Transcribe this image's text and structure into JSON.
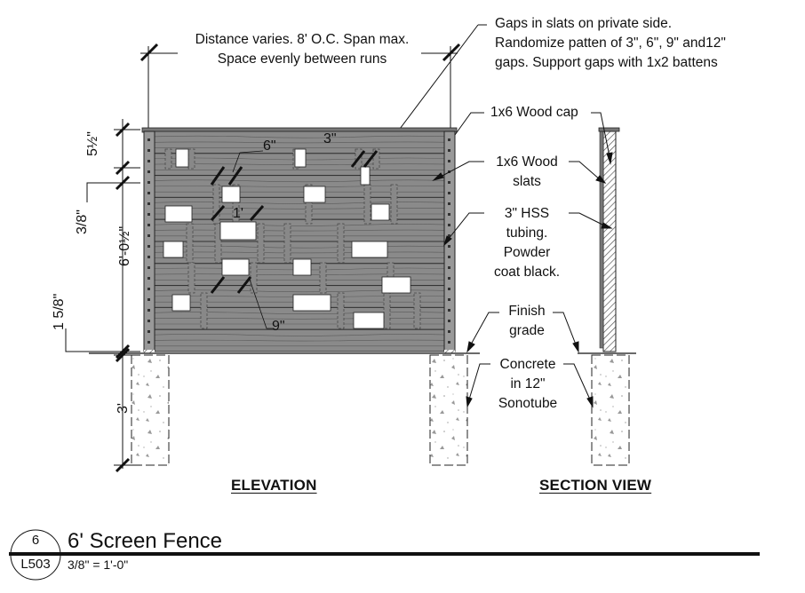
{
  "notes": {
    "spacing_line1": "Distance varies. 8' O.C. Span max.",
    "spacing_line2": "Space evenly between runs",
    "gaps_line1": "Gaps in slats on private side.",
    "gaps_line2": "Randomize patten of 3\", 6\", 9\" and12\"",
    "gaps_line3": "gaps. Support gaps with 1x2 battens",
    "cap": "1x6 Wood cap",
    "slats_line1": "1x6 Wood",
    "slats_line2": "slats",
    "hss_line1": "3\" HSS",
    "hss_line2": "tubing.",
    "hss_line3": "Powder",
    "hss_line4": "coat black.",
    "grade_line1": "Finish",
    "grade_line2": "grade",
    "concrete_line1": "Concrete",
    "concrete_line2": "in 12\"",
    "concrete_line3": "Sonotube"
  },
  "gap_labels": {
    "six": "6\"",
    "three": "3\"",
    "twelve": "1'",
    "nine": "9\""
  },
  "dimensions": {
    "cap_height": "5½\"",
    "slat_gap": "3/8\"",
    "fence_height": "6'-0½\"",
    "bottom_clear": "1 5/8\"",
    "footing_depth": "3'"
  },
  "view_labels": {
    "elevation": "ELEVATION",
    "section": "SECTION VIEW"
  },
  "title_block": {
    "detail_number": "6",
    "sheet_number": "L503",
    "title": "6' Screen Fence",
    "scale": "3/8\" = 1'-0\""
  },
  "colors": {
    "slat_fill": "#8a8a8a",
    "slat_dark": "#4a4a4a",
    "ink": "#111111"
  }
}
